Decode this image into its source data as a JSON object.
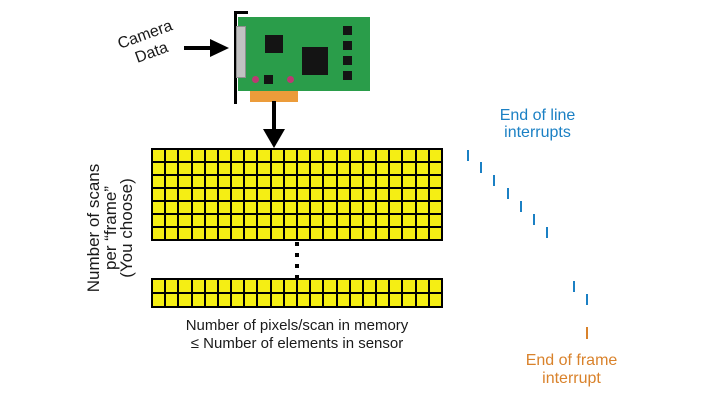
{
  "diagram": {
    "camera_label": {
      "line1": "Camera",
      "line2": "Data"
    },
    "card": {
      "description": "frame-grabber-card",
      "colors": {
        "board": "#2a9d4a",
        "bracket_plate": "#c2c2c2",
        "connector": "#ec9c3a",
        "chip": "#141414",
        "led": "#bb3a72"
      }
    },
    "memory_grid": {
      "columns": 22,
      "top_rows": 7,
      "bottom_rows": 2,
      "ellipsis_dots": 4,
      "cell_color": "#f5ee14",
      "line_color": "#000000"
    },
    "left_label": {
      "line1": "Number of scans",
      "line2": "per “frame”",
      "line3": "(You choose)"
    },
    "caption": {
      "line1": "Number of pixels/scan in memory",
      "line2": "≤ Number of elements in sensor"
    },
    "end_of_line": {
      "label_line1": "End of line",
      "label_line2": "interrupts",
      "color": "#1b80c4",
      "tick_group1": 7,
      "tick_group2": 2
    },
    "end_of_frame": {
      "label_line1": "End of frame",
      "label_line2": "interrupt",
      "color": "#d9822b",
      "ticks": 1
    }
  }
}
